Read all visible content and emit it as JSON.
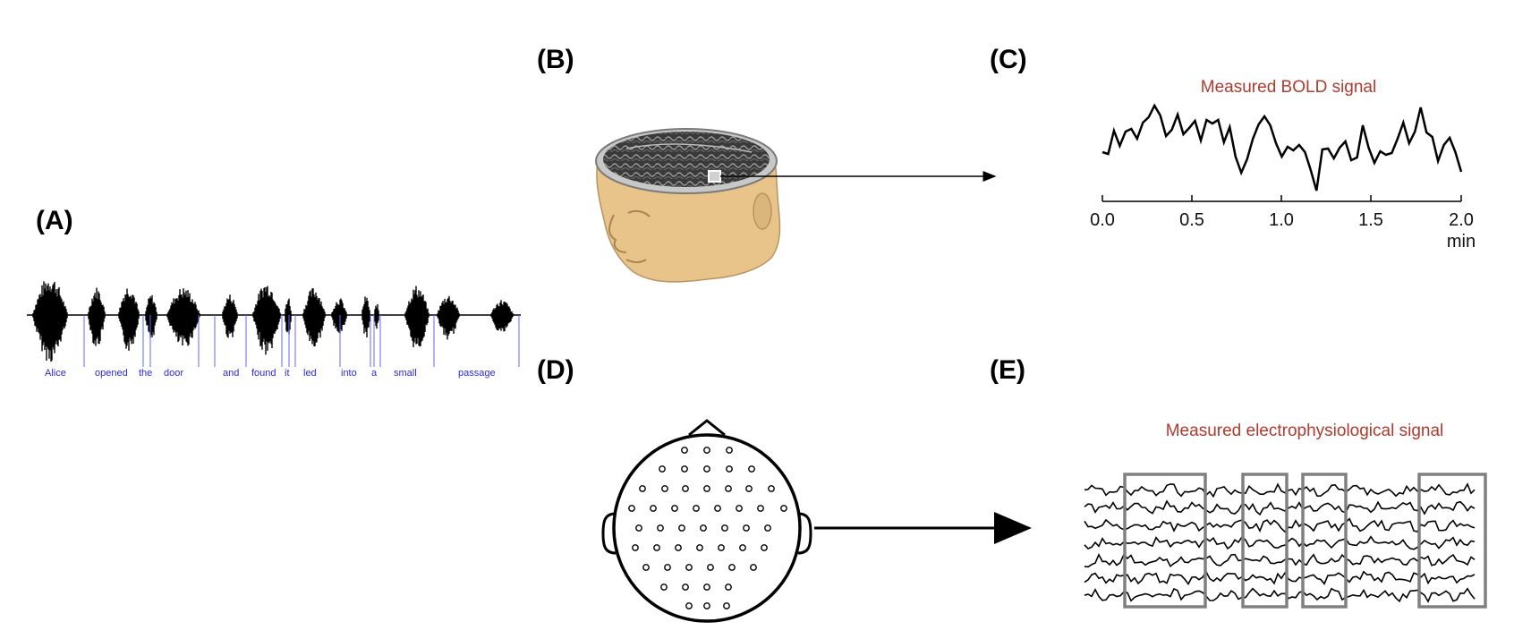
{
  "panels": {
    "a": {
      "label": "(A)"
    },
    "b": {
      "label": "(B)"
    },
    "c": {
      "label": "(C)"
    },
    "d": {
      "label": "(D)"
    },
    "e": {
      "label": "(E)"
    }
  },
  "speech": {
    "words": [
      "Alice",
      "opened",
      "the",
      "door",
      "and",
      "found",
      "it",
      "led",
      "into",
      "a",
      "small",
      "passage"
    ],
    "word_color": "#2a2ad8",
    "waveform_color": "#000000"
  },
  "bold": {
    "title": "Measured BOLD signal",
    "ticks": [
      "0.0",
      "0.5",
      "1.0",
      "1.5",
      "2.0"
    ],
    "unit": "min"
  },
  "eeg": {
    "title": "Measured electrophysiological signal",
    "channel_count": 7,
    "highlight_color": "#808080"
  },
  "colors": {
    "title_red": "#b03a2e",
    "skin": "#e8c48a"
  }
}
